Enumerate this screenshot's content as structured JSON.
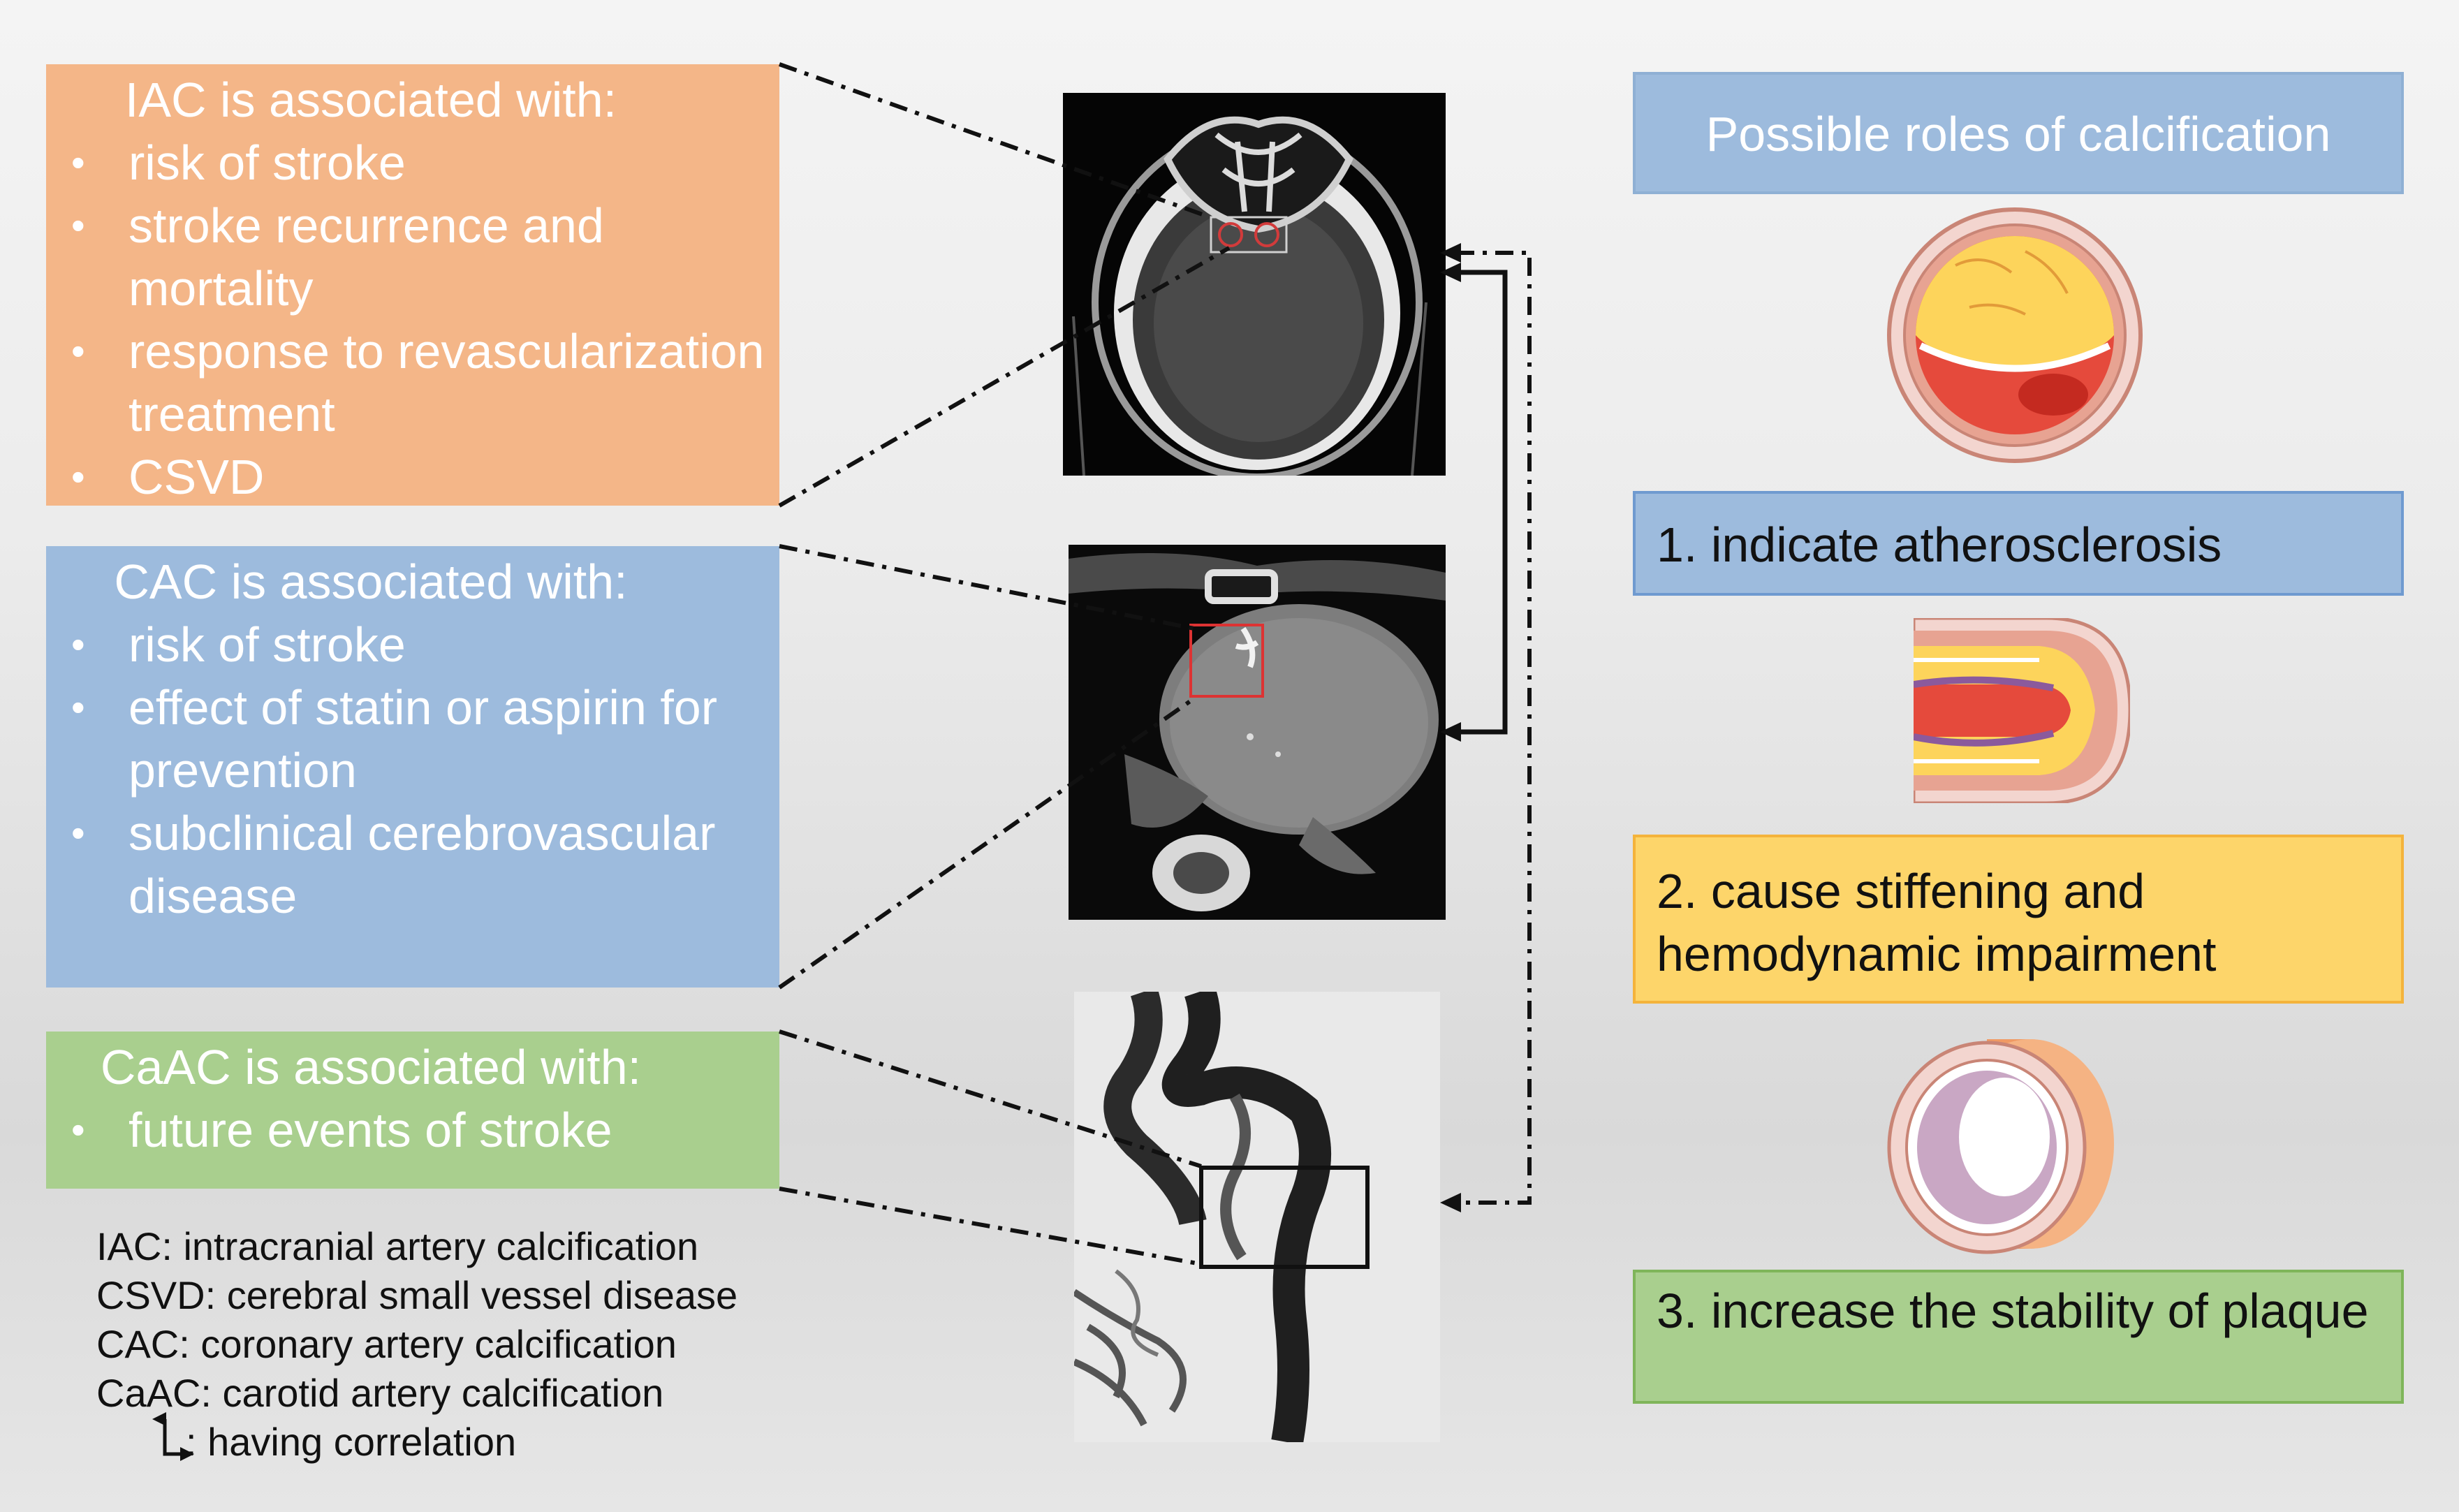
{
  "iac_box": {
    "heading": "IAC is associated with:",
    "items": [
      "risk of stroke",
      "stroke recurrence and mortality",
      "response to revascularization treatment",
      "CSVD"
    ]
  },
  "cac_box": {
    "heading": "CAC is associated with:",
    "items": [
      "risk of stroke",
      "effect of statin or aspirin for prevention",
      "subclinical cerebrovascular disease"
    ]
  },
  "caac_box": {
    "heading": "CaAC is associated with:",
    "items": [
      "future events of stroke"
    ]
  },
  "legend": {
    "lines": [
      "IAC: intracranial artery calcification",
      "CSVD: cerebral small vessel disease",
      "CAC: coronary artery calcification",
      "CaAC: carotid artery calcification"
    ],
    "correlation_label": ": having correlation"
  },
  "roles": {
    "title": "Possible roles of calcification",
    "role1": "1. indicate atherosclerosis",
    "role2": "2. cause stiffening and hemodynamic impairment",
    "role3": "3. increase the stability of plaque"
  },
  "colors": {
    "orange_box": "#f4b688",
    "blue_box": "#9dbbdd",
    "green_box": "#a9cf8e",
    "yellow_box": "#fdd56a"
  },
  "icons": [
    "head-ct-scan",
    "chest-ct-scan",
    "carotid-angiogram",
    "artery-cross-section-icon",
    "artery-longitudinal-icon",
    "calcified-vessel-icon"
  ]
}
